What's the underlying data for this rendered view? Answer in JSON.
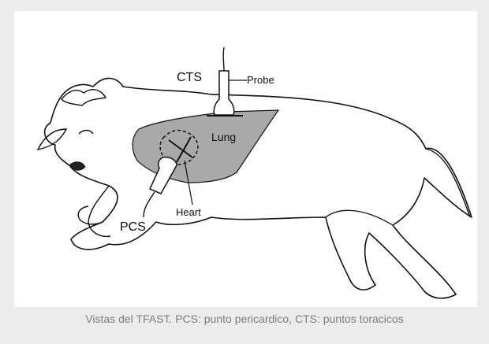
{
  "figure": {
    "labels": {
      "cts": "CTS",
      "probe": "Probe",
      "lung": "Lung",
      "heart": "Heart",
      "pcs": "PCS"
    },
    "caption": "Vistas del TFAST. PCS: punto pericardico, CTS: puntos toracicos"
  },
  "colors": {
    "frame": "#ececec",
    "lung_fill": "#a9a9a9",
    "outline": "#111111",
    "caption_text": "#7d7d7d"
  }
}
